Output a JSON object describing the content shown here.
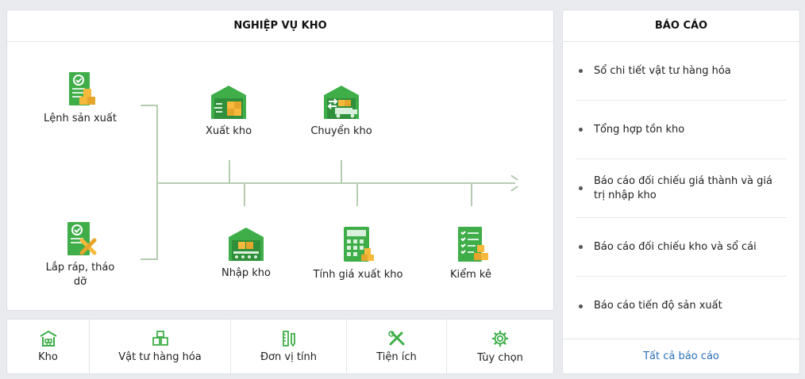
{
  "ops": {
    "title": "NGHIỆP VỤ KHO",
    "nodes": {
      "lenh_san_xuat": "Lệnh sản xuất",
      "lap_rap": "Lắp ráp, tháo dỡ",
      "xuat_kho": "Xuất kho",
      "chuyen_kho": "Chuyển kho",
      "nhap_kho": "Nhập kho",
      "tinh_gia": "Tính giá xuất kho",
      "kiem_ke": "Kiểm kê"
    }
  },
  "report": {
    "title": "BÁO CÁO",
    "items": [
      "Sổ chi tiết vật tư hàng hóa",
      "Tổng hợp tồn kho",
      "Báo cáo đối chiếu giá thành và giá trị nhập kho",
      "Báo cáo đối chiếu kho và sổ cái",
      "Báo cáo tiến độ sản xuất"
    ],
    "footer": "Tất cả báo cáo"
  },
  "quick": {
    "items": [
      {
        "label": "Kho",
        "icon": "warehouse-icon"
      },
      {
        "label": "Vật tư hàng hóa",
        "icon": "boxes-icon"
      },
      {
        "label": "Đơn vị tính",
        "icon": "ruler-pencil-icon"
      },
      {
        "label": "Tiện ích",
        "icon": "tools-icon"
      },
      {
        "label": "Tùy chọn",
        "icon": "gear-icon"
      }
    ]
  },
  "colors": {
    "icon_green": "#3fae49",
    "icon_green_dark": "#2f8f3a",
    "box_yellow": "#f6b93b",
    "link_blue": "#2a6fb6",
    "flow_line": "#b5ccb1"
  }
}
